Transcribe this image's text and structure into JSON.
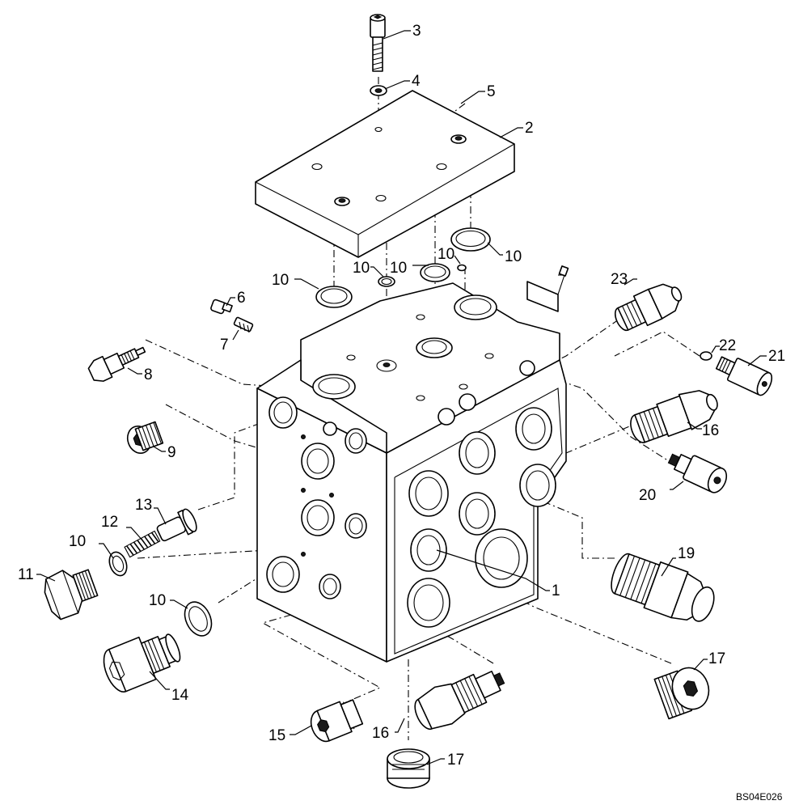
{
  "drawing_code": "BS04E026",
  "callouts": [
    {
      "id": "c3",
      "text": "3"
    },
    {
      "id": "c4",
      "text": "4"
    },
    {
      "id": "c5",
      "text": "5"
    },
    {
      "id": "c2",
      "text": "2"
    },
    {
      "id": "c10a",
      "text": "10"
    },
    {
      "id": "c10b",
      "text": "10"
    },
    {
      "id": "c10c",
      "text": "10"
    },
    {
      "id": "c10d",
      "text": "10"
    },
    {
      "id": "c10e",
      "text": "10"
    },
    {
      "id": "c23",
      "text": "23"
    },
    {
      "id": "c6",
      "text": "6"
    },
    {
      "id": "c7",
      "text": "7"
    },
    {
      "id": "c8",
      "text": "8"
    },
    {
      "id": "c22",
      "text": "22"
    },
    {
      "id": "c21",
      "text": "21"
    },
    {
      "id": "c9",
      "text": "9"
    },
    {
      "id": "c16a",
      "text": "16"
    },
    {
      "id": "c20",
      "text": "20"
    },
    {
      "id": "c13",
      "text": "13"
    },
    {
      "id": "c12",
      "text": "12"
    },
    {
      "id": "c10f",
      "text": "10"
    },
    {
      "id": "c11",
      "text": "11"
    },
    {
      "id": "c19",
      "text": "19"
    },
    {
      "id": "c1",
      "text": "1"
    },
    {
      "id": "c10g",
      "text": "10"
    },
    {
      "id": "c14",
      "text": "14"
    },
    {
      "id": "c17a",
      "text": "17"
    },
    {
      "id": "c15",
      "text": "15"
    },
    {
      "id": "c16b",
      "text": "16"
    },
    {
      "id": "c17b",
      "text": "17"
    }
  ]
}
